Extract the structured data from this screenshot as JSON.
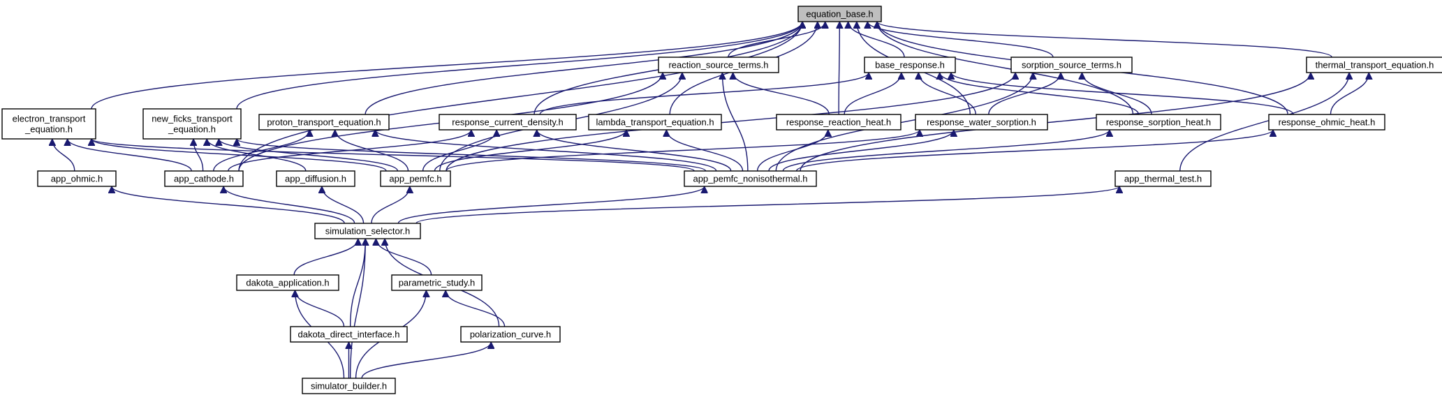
{
  "graph": {
    "colors": {
      "edge": "#191970",
      "node_border": "#000000",
      "root_fill": "#bfbfbf",
      "node_fill": "#ffffff"
    },
    "nodes": [
      {
        "id": "equation_base",
        "lines": [
          "equation_base.h"
        ],
        "root": true
      },
      {
        "id": "reaction_source_terms",
        "lines": [
          "reaction_source_terms.h"
        ]
      },
      {
        "id": "base_response",
        "lines": [
          "base_response.h"
        ]
      },
      {
        "id": "sorption_source_terms",
        "lines": [
          "sorption_source_terms.h"
        ]
      },
      {
        "id": "thermal_transport_equation",
        "lines": [
          "thermal_transport_equation.h"
        ]
      },
      {
        "id": "electron_transport_equation",
        "lines": [
          "electron_transport",
          "_equation.h"
        ]
      },
      {
        "id": "new_ficks_transport_equation",
        "lines": [
          "new_ficks_transport",
          "_equation.h"
        ]
      },
      {
        "id": "proton_transport_equation",
        "lines": [
          "proton_transport_equation.h"
        ]
      },
      {
        "id": "response_current_density",
        "lines": [
          "response_current_density.h"
        ]
      },
      {
        "id": "lambda_transport_equation",
        "lines": [
          "lambda_transport_equation.h"
        ]
      },
      {
        "id": "response_reaction_heat",
        "lines": [
          "response_reaction_heat.h"
        ]
      },
      {
        "id": "response_water_sorption",
        "lines": [
          "response_water_sorption.h"
        ]
      },
      {
        "id": "response_sorption_heat",
        "lines": [
          "response_sorption_heat.h"
        ]
      },
      {
        "id": "response_ohmic_heat",
        "lines": [
          "response_ohmic_heat.h"
        ]
      },
      {
        "id": "app_ohmic",
        "lines": [
          "app_ohmic.h"
        ]
      },
      {
        "id": "app_cathode",
        "lines": [
          "app_cathode.h"
        ]
      },
      {
        "id": "app_diffusion",
        "lines": [
          "app_diffusion.h"
        ]
      },
      {
        "id": "app_pemfc",
        "lines": [
          "app_pemfc.h"
        ]
      },
      {
        "id": "app_pemfc_nonisothermal",
        "lines": [
          "app_pemfc_nonisothermal.h"
        ]
      },
      {
        "id": "app_thermal_test",
        "lines": [
          "app_thermal_test.h"
        ]
      },
      {
        "id": "simulation_selector",
        "lines": [
          "simulation_selector.h"
        ]
      },
      {
        "id": "dakota_application",
        "lines": [
          "dakota_application.h"
        ]
      },
      {
        "id": "parametric_study",
        "lines": [
          "parametric_study.h"
        ]
      },
      {
        "id": "dakota_direct_interface",
        "lines": [
          "dakota_direct_interface.h"
        ]
      },
      {
        "id": "polarization_curve",
        "lines": [
          "polarization_curve.h"
        ]
      },
      {
        "id": "simulator_builder",
        "lines": [
          "simulator_builder.h"
        ]
      }
    ],
    "edges": [
      [
        "equation_base",
        "reaction_source_terms"
      ],
      [
        "equation_base",
        "base_response"
      ],
      [
        "equation_base",
        "sorption_source_terms"
      ],
      [
        "equation_base",
        "thermal_transport_equation"
      ],
      [
        "equation_base",
        "electron_transport_equation"
      ],
      [
        "equation_base",
        "new_ficks_transport_equation"
      ],
      [
        "equation_base",
        "proton_transport_equation"
      ],
      [
        "equation_base",
        "response_current_density"
      ],
      [
        "equation_base",
        "lambda_transport_equation"
      ],
      [
        "equation_base",
        "response_reaction_heat"
      ],
      [
        "equation_base",
        "response_water_sorption"
      ],
      [
        "equation_base",
        "response_sorption_heat"
      ],
      [
        "equation_base",
        "response_ohmic_heat"
      ],
      [
        "equation_base",
        "app_cathode"
      ],
      [
        "reaction_source_terms",
        "app_cathode"
      ],
      [
        "reaction_source_terms",
        "app_pemfc"
      ],
      [
        "reaction_source_terms",
        "app_pemfc_nonisothermal"
      ],
      [
        "reaction_source_terms",
        "response_reaction_heat"
      ],
      [
        "base_response",
        "response_current_density"
      ],
      [
        "base_response",
        "response_reaction_heat"
      ],
      [
        "base_response",
        "response_water_sorption"
      ],
      [
        "base_response",
        "response_sorption_heat"
      ],
      [
        "base_response",
        "response_ohmic_heat"
      ],
      [
        "sorption_source_terms",
        "response_water_sorption"
      ],
      [
        "sorption_source_terms",
        "response_sorption_heat"
      ],
      [
        "sorption_source_terms",
        "app_pemfc"
      ],
      [
        "sorption_source_terms",
        "app_pemfc_nonisothermal"
      ],
      [
        "thermal_transport_equation",
        "response_ohmic_heat"
      ],
      [
        "thermal_transport_equation",
        "app_pemfc_nonisothermal"
      ],
      [
        "thermal_transport_equation",
        "app_thermal_test"
      ],
      [
        "electron_transport_equation",
        "app_ohmic"
      ],
      [
        "electron_transport_equation",
        "app_cathode"
      ],
      [
        "electron_transport_equation",
        "app_pemfc"
      ],
      [
        "electron_transport_equation",
        "app_pemfc_nonisothermal"
      ],
      [
        "new_ficks_transport_equation",
        "app_cathode"
      ],
      [
        "new_ficks_transport_equation",
        "app_diffusion"
      ],
      [
        "new_ficks_transport_equation",
        "app_pemfc"
      ],
      [
        "new_ficks_transport_equation",
        "app_pemfc_nonisothermal"
      ],
      [
        "proton_transport_equation",
        "app_cathode"
      ],
      [
        "proton_transport_equation",
        "app_pemfc"
      ],
      [
        "proton_transport_equation",
        "app_pemfc_nonisothermal"
      ],
      [
        "response_current_density",
        "app_cathode"
      ],
      [
        "response_current_density",
        "app_pemfc"
      ],
      [
        "response_current_density",
        "app_pemfc_nonisothermal"
      ],
      [
        "lambda_transport_equation",
        "app_pemfc"
      ],
      [
        "lambda_transport_equation",
        "app_pemfc_nonisothermal"
      ],
      [
        "response_reaction_heat",
        "app_pemfc_nonisothermal"
      ],
      [
        "response_water_sorption",
        "app_pemfc"
      ],
      [
        "response_water_sorption",
        "app_pemfc_nonisothermal"
      ],
      [
        "response_sorption_heat",
        "app_pemfc_nonisothermal"
      ],
      [
        "response_ohmic_heat",
        "app_pemfc_nonisothermal"
      ],
      [
        "app_ohmic",
        "simulation_selector"
      ],
      [
        "app_cathode",
        "simulation_selector"
      ],
      [
        "app_diffusion",
        "simulation_selector"
      ],
      [
        "app_pemfc",
        "simulation_selector"
      ],
      [
        "app_pemfc_nonisothermal",
        "simulation_selector"
      ],
      [
        "app_thermal_test",
        "simulation_selector"
      ],
      [
        "simulation_selector",
        "dakota_application"
      ],
      [
        "simulation_selector",
        "parametric_study"
      ],
      [
        "simulation_selector",
        "dakota_direct_interface"
      ],
      [
        "simulation_selector",
        "polarization_curve"
      ],
      [
        "simulation_selector",
        "simulator_builder"
      ],
      [
        "dakota_application",
        "dakota_direct_interface"
      ],
      [
        "dakota_application",
        "simulator_builder"
      ],
      [
        "parametric_study",
        "polarization_curve"
      ],
      [
        "parametric_study",
        "simulator_builder"
      ],
      [
        "dakota_direct_interface",
        "simulator_builder"
      ],
      [
        "polarization_curve",
        "simulator_builder"
      ]
    ]
  }
}
